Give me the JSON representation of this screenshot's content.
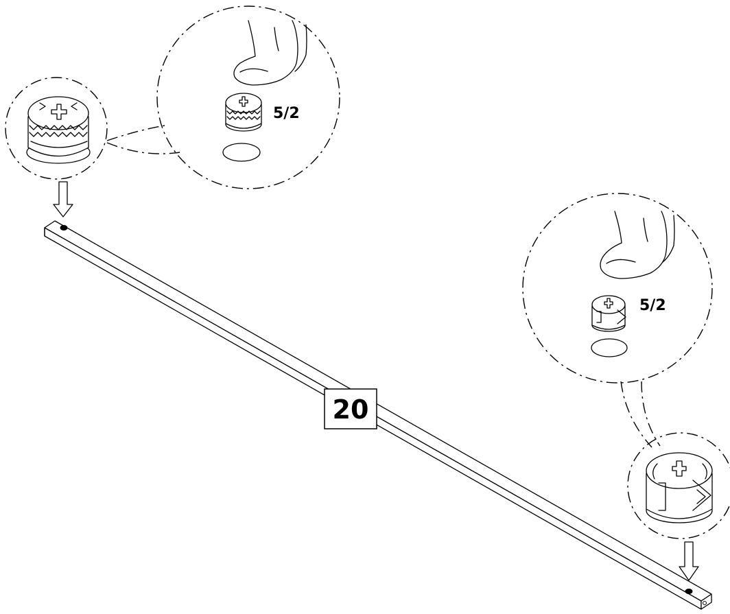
{
  "part_label": {
    "number": "20"
  },
  "callouts": [
    {
      "id": "left-cam",
      "quantity": "5/2"
    },
    {
      "id": "right-cam",
      "quantity": "5/2"
    }
  ],
  "icons": [
    "thumb-press-icon",
    "cam-lock-icon",
    "dowel-hole-icon",
    "down-arrow-icon"
  ]
}
